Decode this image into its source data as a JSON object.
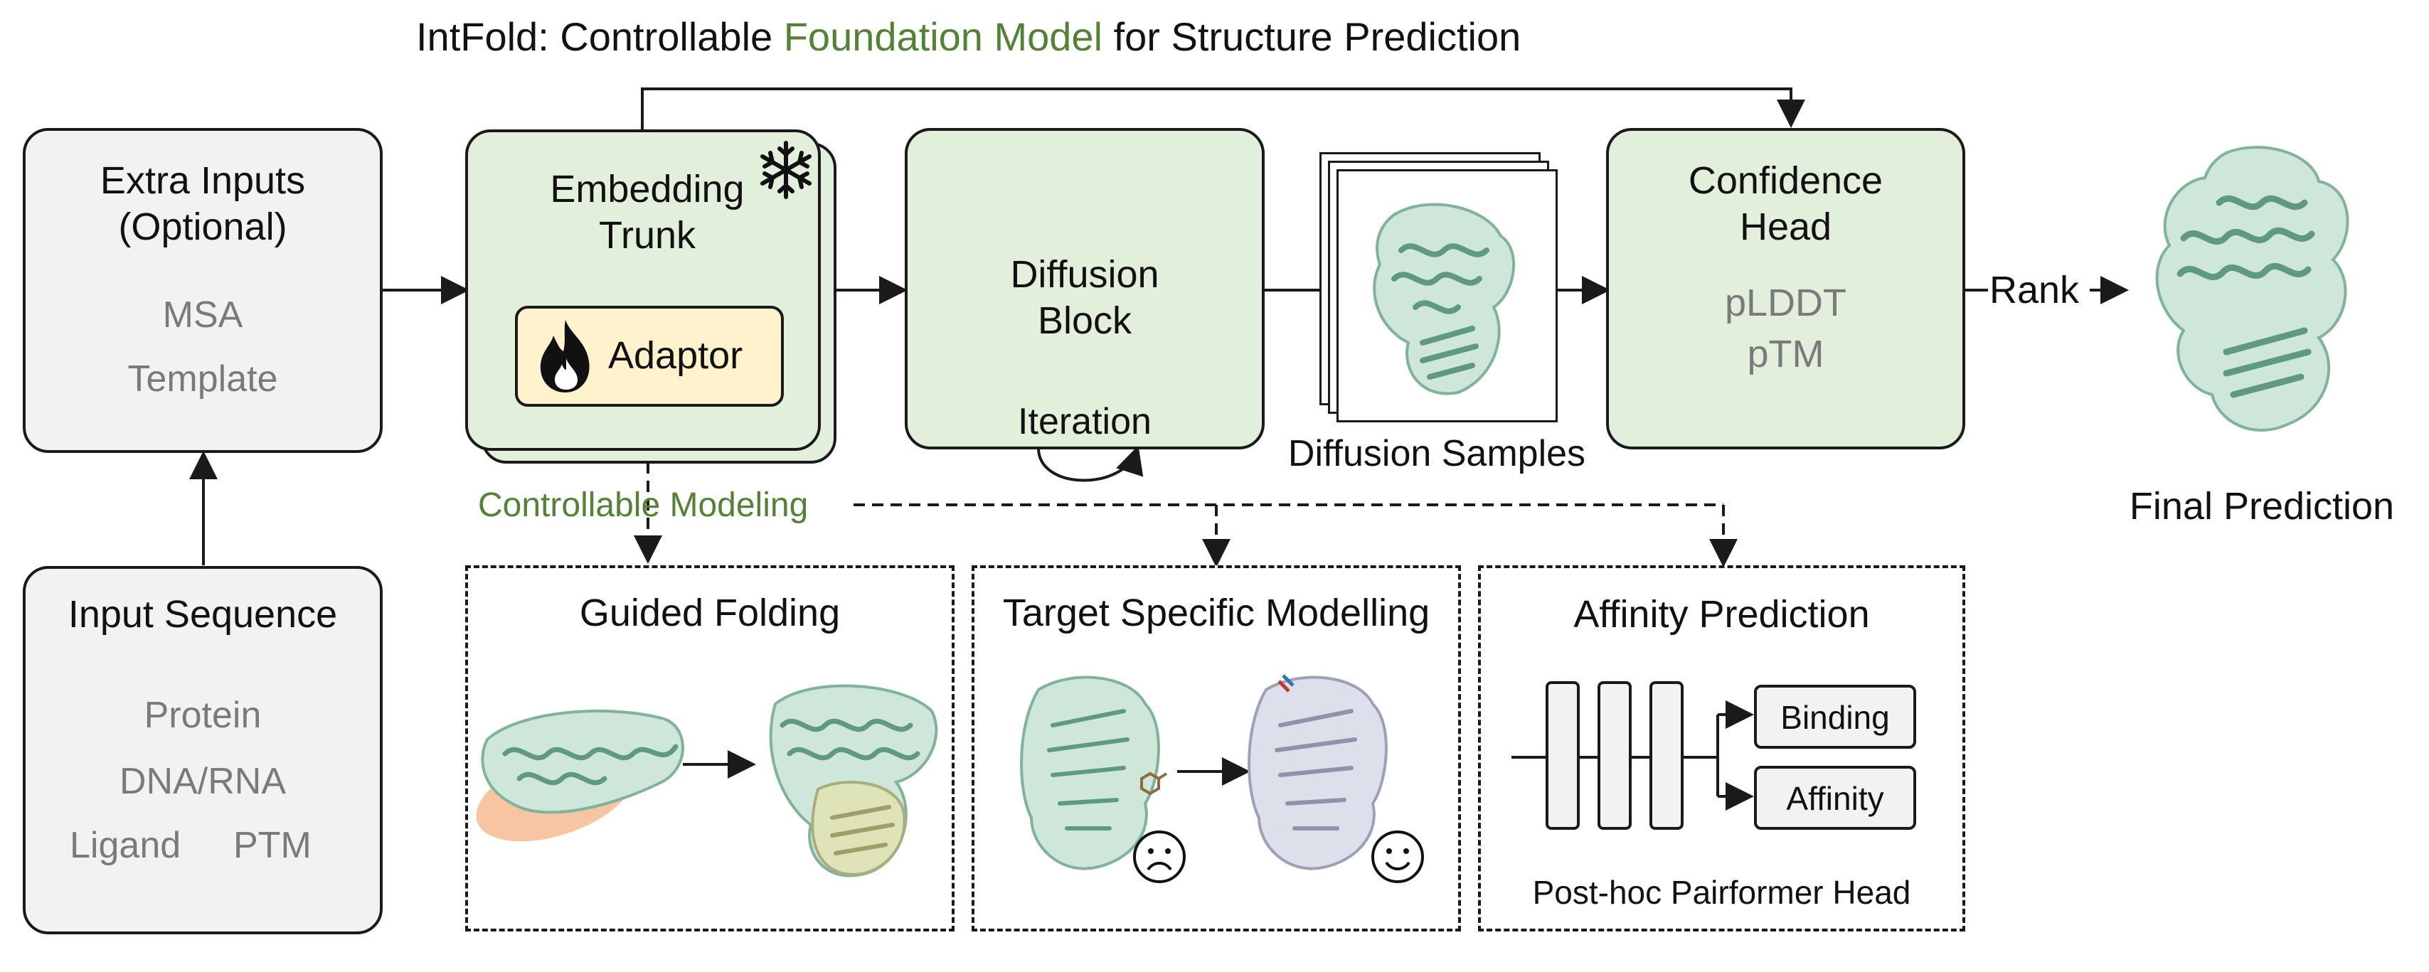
{
  "title": {
    "prefix": "IntFold: Controllable ",
    "highlight": "Foundation Model",
    "suffix": " for Structure Prediction",
    "highlight_color": "#548235"
  },
  "extra_inputs": {
    "title_line1": "Extra Inputs",
    "title_line2": "(Optional)",
    "items": [
      "MSA",
      "Template"
    ]
  },
  "input_sequence": {
    "title": "Input Sequence",
    "items": [
      "Protein",
      "DNA/RNA",
      "Ligand",
      "PTM"
    ]
  },
  "embedding_trunk": {
    "title_line1": "Embedding",
    "title_line2": "Trunk",
    "adaptor_label": "Adaptor",
    "icons": [
      "snowflake-icon",
      "flame-icon"
    ]
  },
  "diffusion_block": {
    "title_line1": "Diffusion",
    "title_line2": "Block",
    "iteration_label": "Iteration"
  },
  "diffusion_samples": {
    "label": "Diffusion Samples"
  },
  "confidence_head": {
    "title_line1": "Confidence",
    "title_line2": "Head",
    "metrics": [
      "pLDDT",
      "pTM"
    ]
  },
  "rank_label": "Rank",
  "final_prediction_label": "Final Prediction",
  "controllable_modeling_label": "Controllable Modeling",
  "panels": {
    "guided_folding": {
      "title": "Guided Folding"
    },
    "target_specific": {
      "title": "Target Specific Modelling",
      "faces": [
        "sad-face-icon",
        "happy-face-icon"
      ]
    },
    "affinity_prediction": {
      "title": "Affinity Prediction",
      "outputs": [
        "Binding",
        "Affinity"
      ],
      "caption": "Post-hoc Pairformer Head"
    }
  },
  "colors": {
    "green_fill": "#e2efda",
    "gray_fill": "#f2f2f2",
    "adaptor_fill": "#fff2cc",
    "protein_green": "#9fcbb5",
    "protein_gray": "#b9bfd3",
    "protein_yellow": "#dfe3b8",
    "highlight_orange": "#f4b183"
  }
}
